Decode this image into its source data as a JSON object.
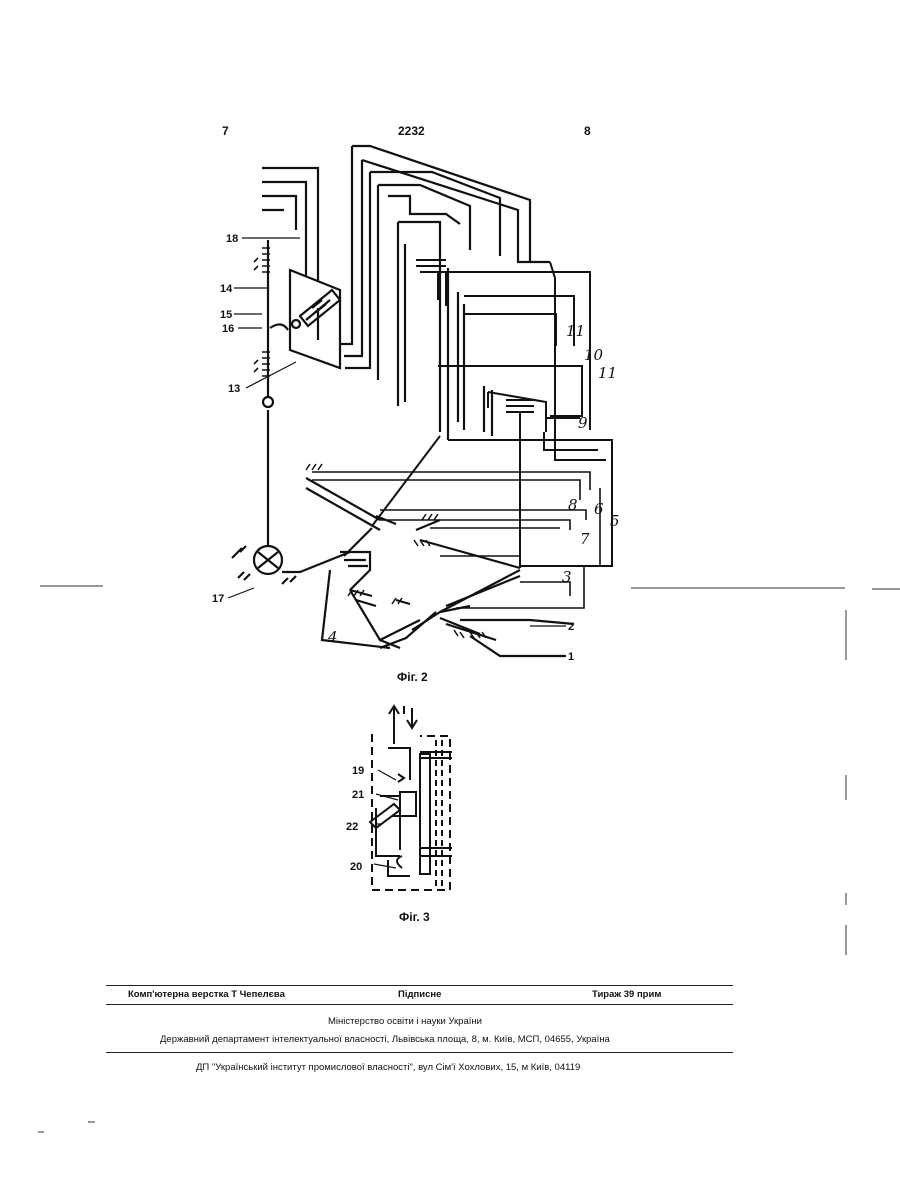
{
  "header": {
    "page_left": "7",
    "doc_number": "2232",
    "page_right": "8"
  },
  "figure2": {
    "caption": "Фіг. 2",
    "labels": {
      "l18": "18",
      "l14": "14",
      "l15": "15",
      "l16": "16",
      "l13": "13",
      "l17": "17",
      "l1": "1",
      "l2": "2",
      "l3": "3",
      "l4": "4",
      "l5": "5",
      "l6": "6",
      "l7": "7",
      "l8": "8",
      "l9": "9",
      "l10": "10",
      "l11a": "11",
      "l11b": "11"
    }
  },
  "figure3": {
    "caption": "Фіг. 3",
    "labels": {
      "l19": "19",
      "l21": "21",
      "l22": "22",
      "l20": "20"
    }
  },
  "footer": {
    "typesetting": "Комп'ютерна верстка Т  Чепелєва",
    "signed": "Підписне",
    "circulation": "Тираж 39 прим",
    "ministry": "Міністерство освіти і науки України",
    "department": "Державний департамент інтелектуальної власності, Львівська площа, 8, м. Київ, МСП, 04655, Україна",
    "institute": "ДП \"Український інститут промислової власності\", вул  Сім'ї Хохлових, 15, м  Київ, 04119"
  }
}
